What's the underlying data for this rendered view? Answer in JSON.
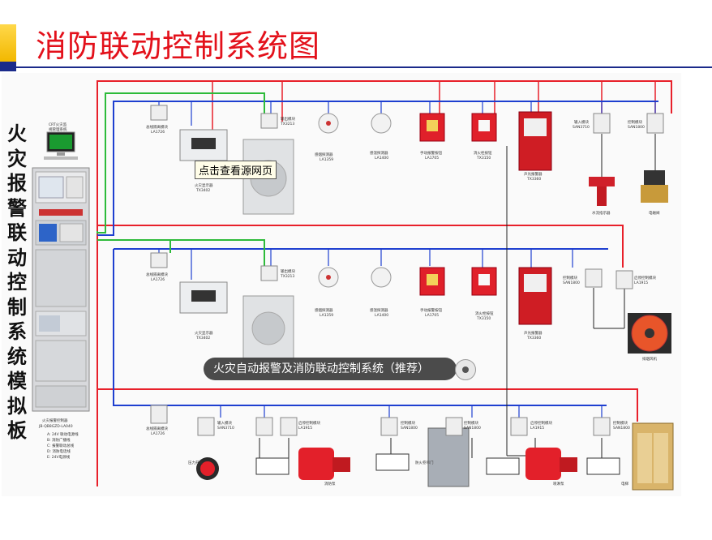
{
  "title": "消防联动控制系统图",
  "vertical_title": [
    "火",
    "灾",
    "报",
    "警",
    "联",
    "动",
    "控",
    "制",
    "系",
    "统",
    "模",
    "拟",
    "板"
  ],
  "tooltip": "点击查看源网页",
  "banner": "火灾自动报警及消防联动控制系统（推荐）",
  "banner_button_icon": "record-icon",
  "cabinet": {
    "top_label_1": "CRT火灾监",
    "top_label_2": "视管理系统",
    "bottom_label_1": "火灾报警控制器",
    "bottom_label_2": "JB-QB8GZD-LA040"
  },
  "legend": [
    "A: 24V 联动电源线",
    "B: 消防广播线",
    "C: 报警联动总线",
    "D: 消防电话线",
    "E: 24V电源线"
  ],
  "wire_colors": {
    "red": "#e8202a",
    "blue": "#1e3fd0",
    "green": "#2dbb3a",
    "black": "#222222"
  },
  "row1": [
    {
      "name": "总线隔离模块",
      "model": "LA1726"
    },
    {
      "name": "火灾显示器",
      "model": "TX3402"
    },
    {
      "name": "输出模块",
      "model": "TX3213"
    },
    {
      "name": "感烟探测器",
      "model": "LA1359"
    },
    {
      "name": "感温探测器",
      "model": "LA1400"
    },
    {
      "name": "手动报警按钮",
      "model": "LA1705"
    },
    {
      "name": "消火栓按钮",
      "model": "TX3150"
    },
    {
      "name": "声光报警器",
      "model": "TX3360"
    },
    {
      "name": "输入模块",
      "model": "SAN3710"
    },
    {
      "name": "控制模块",
      "model": "SAN1800"
    },
    {
      "name": "水流指示器",
      "model": ""
    },
    {
      "name": "电磁阀",
      "model": ""
    }
  ],
  "row2": [
    {
      "name": "总线隔离模块",
      "model": "LA1726"
    },
    {
      "name": "火灾显示器",
      "model": "TX3402"
    },
    {
      "name": "输出模块",
      "model": "TX3213"
    },
    {
      "name": "感烟探测器",
      "model": "LA1359"
    },
    {
      "name": "感温探测器",
      "model": "LA1400"
    },
    {
      "name": "手动报警按钮",
      "model": "LA1705"
    },
    {
      "name": "消火栓按钮",
      "model": "TX3150"
    },
    {
      "name": "声光报警器",
      "model": "TX3360"
    },
    {
      "name": "控制模块",
      "model": "SAN1800"
    },
    {
      "name": "启停控制模块",
      "model": "LA1915"
    },
    {
      "name": "排烟风机",
      "model": ""
    }
  ],
  "row3": [
    {
      "name": "总线隔离模块",
      "model": "LA1726"
    },
    {
      "name": "输入模块",
      "model": "SAN3710"
    },
    {
      "name": "压力开关",
      "model": ""
    },
    {
      "name": "启停控制模块",
      "model": "LA1915"
    },
    {
      "name": "消防泵",
      "model": ""
    },
    {
      "name": "控制模块",
      "model": "SAN1800"
    },
    {
      "name": "防火卷帘门",
      "model": ""
    },
    {
      "name": "控制模块",
      "model": "SAN1800"
    },
    {
      "name": "启停控制模块",
      "model": "LA1915"
    },
    {
      "name": "喷淋泵",
      "model": ""
    },
    {
      "name": "控制模块",
      "model": "SAN1800"
    },
    {
      "name": "电梯",
      "model": ""
    }
  ]
}
